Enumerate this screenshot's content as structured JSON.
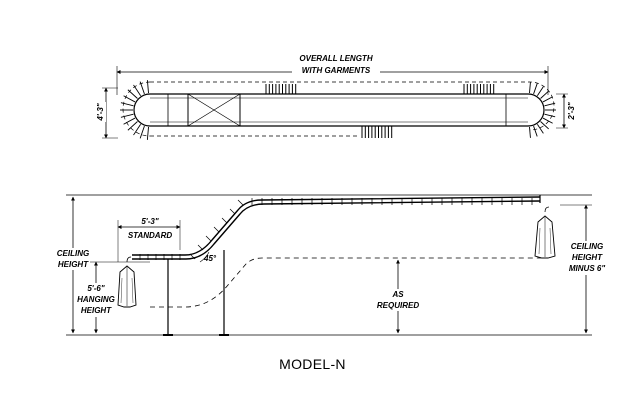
{
  "plan_view": {
    "overall_length_line1": "OVERALL LENGTH",
    "overall_length_line2": "WITH GARMENTS",
    "left_width": "4'-3\"",
    "right_width": "2'-3\""
  },
  "elevation_view": {
    "standard_dim": "5'-3\"",
    "standard_label": "STANDARD",
    "angle": "45°",
    "ceiling_height_line1": "CEILING",
    "ceiling_height_line2": "HEIGHT",
    "hanging_height_dim": "5'-6\"",
    "hanging_height_line1": "HANGING",
    "hanging_height_line2": "HEIGHT",
    "as_required_line1": "AS",
    "as_required_line2": "REQUIRED",
    "ceiling_minus_line1": "CEILING",
    "ceiling_minus_line2": "HEIGHT",
    "ceiling_minus_line3": "MINUS 6\""
  },
  "caption": "MODEL-N"
}
